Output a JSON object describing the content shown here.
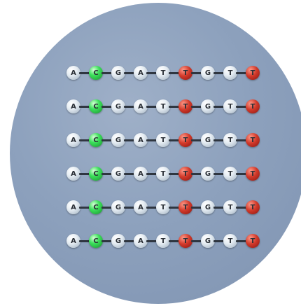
{
  "sequences": [
    {
      "bases": [
        {
          "letter": "A",
          "color": "plain"
        },
        {
          "letter": "C",
          "color": "green"
        },
        {
          "letter": "G",
          "color": "plain"
        },
        {
          "letter": "A",
          "color": "plain"
        },
        {
          "letter": "T",
          "color": "plain"
        },
        {
          "letter": "T",
          "color": "red"
        },
        {
          "letter": "G",
          "color": "plain"
        },
        {
          "letter": "T",
          "color": "plain"
        },
        {
          "letter": "T",
          "color": "red"
        }
      ]
    },
    {
      "bases": [
        {
          "letter": "A",
          "color": "plain"
        },
        {
          "letter": "C",
          "color": "green"
        },
        {
          "letter": "G",
          "color": "plain"
        },
        {
          "letter": "A",
          "color": "plain"
        },
        {
          "letter": "T",
          "color": "plain"
        },
        {
          "letter": "T",
          "color": "red"
        },
        {
          "letter": "G",
          "color": "plain"
        },
        {
          "letter": "T",
          "color": "plain"
        },
        {
          "letter": "T",
          "color": "red"
        }
      ]
    },
    {
      "bases": [
        {
          "letter": "A",
          "color": "plain"
        },
        {
          "letter": "C",
          "color": "green"
        },
        {
          "letter": "G",
          "color": "plain"
        },
        {
          "letter": "A",
          "color": "plain"
        },
        {
          "letter": "T",
          "color": "plain"
        },
        {
          "letter": "T",
          "color": "red"
        },
        {
          "letter": "G",
          "color": "plain"
        },
        {
          "letter": "T",
          "color": "plain"
        },
        {
          "letter": "T",
          "color": "red"
        }
      ]
    },
    {
      "bases": [
        {
          "letter": "A",
          "color": "plain"
        },
        {
          "letter": "C",
          "color": "green"
        },
        {
          "letter": "G",
          "color": "plain"
        },
        {
          "letter": "A",
          "color": "plain"
        },
        {
          "letter": "T",
          "color": "plain"
        },
        {
          "letter": "T",
          "color": "red"
        },
        {
          "letter": "G",
          "color": "plain"
        },
        {
          "letter": "T",
          "color": "plain"
        },
        {
          "letter": "T",
          "color": "red"
        }
      ]
    },
    {
      "bases": [
        {
          "letter": "A",
          "color": "plain"
        },
        {
          "letter": "C",
          "color": "green"
        },
        {
          "letter": "G",
          "color": "plain"
        },
        {
          "letter": "A",
          "color": "plain"
        },
        {
          "letter": "T",
          "color": "plain"
        },
        {
          "letter": "T",
          "color": "red"
        },
        {
          "letter": "G",
          "color": "plain"
        },
        {
          "letter": "T",
          "color": "plain"
        },
        {
          "letter": "T",
          "color": "red"
        }
      ]
    },
    {
      "bases": [
        {
          "letter": "A",
          "color": "plain"
        },
        {
          "letter": "C",
          "color": "green"
        },
        {
          "letter": "G",
          "color": "plain"
        },
        {
          "letter": "A",
          "color": "plain"
        },
        {
          "letter": "T",
          "color": "plain"
        },
        {
          "letter": "T",
          "color": "red"
        },
        {
          "letter": "G",
          "color": "plain"
        },
        {
          "letter": "T",
          "color": "plain"
        },
        {
          "letter": "T",
          "color": "red"
        }
      ]
    }
  ],
  "colors": {
    "background": "#8da1bd",
    "bond": "#2f3640",
    "highlight_green": "#3be05a",
    "highlight_red": "#d23a2a",
    "plain_base": "#e6edf3"
  }
}
